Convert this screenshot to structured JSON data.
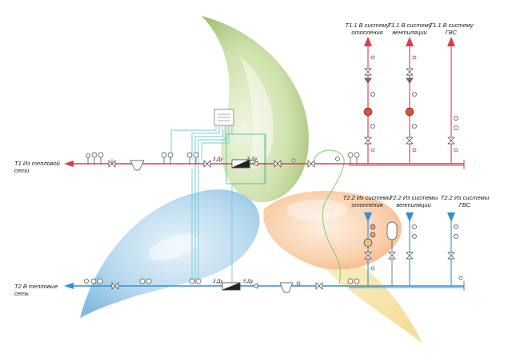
{
  "labels": {
    "t1_supply": [
      "T1 Из тепловой",
      "сети"
    ],
    "t2_return": [
      "T2 В тепловые",
      "сеть"
    ],
    "t11_heating": [
      "T1.1 В систему",
      "отопления"
    ],
    "t11_ventilation": [
      "T1.1 В систему",
      "вентиляции"
    ],
    "t11_dhw": [
      "T1.1 В систему",
      "ГВС"
    ],
    "t22_heating": [
      "T2.2 Из системы",
      "отопления"
    ],
    "t22_ventilation": [
      "T2.2 Из системы",
      "вентиляции"
    ],
    "t22_dhw": [
      "T2.2 Из системы",
      "ГВС"
    ],
    "dn_supply_left": "3 Ду",
    "dn_supply_right": "5 Ду",
    "dn_return_left": "3 Ду",
    "dn_return_right": "5 Ду"
  },
  "colors": {
    "supply_line": "#e23a4a",
    "return_line": "#2f8fd8",
    "signal_line": "#6ccdd6",
    "leaf_green": "#9fc46b",
    "leaf_blue": "#8fc3e2",
    "leaf_orange": "#f6b27c",
    "leaf_yellow": "#f4dc8a"
  }
}
